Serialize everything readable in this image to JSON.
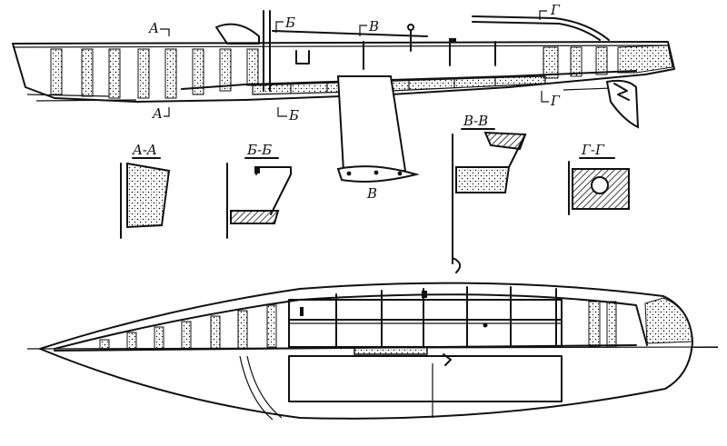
{
  "labels": {
    "side_a_top": "A",
    "side_a_bottom": "A",
    "side_b_top": "Б",
    "side_b_bottom": "Б",
    "side_v_top": "В",
    "side_g_top": "Г",
    "side_g_bottom": "Г",
    "centerboard": "В",
    "section_aa": "A-A",
    "section_bb": "Б-Б",
    "section_vv": "В-В",
    "section_gg": "Г-Г"
  },
  "colors": {
    "ink": "#111111",
    "paper": "#ffffff"
  }
}
